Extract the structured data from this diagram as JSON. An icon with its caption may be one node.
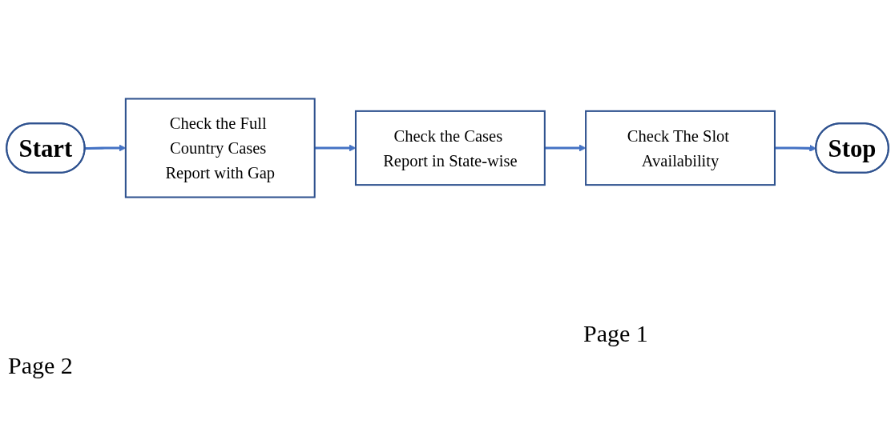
{
  "diagram": {
    "nodes": [
      {
        "text": [
          "Start"
        ]
      },
      {
        "text": [
          "Check the Full Country Cases Report with Gap"
        ]
      },
      {
        "text": [
          "Check the Cases Report in State-wise"
        ]
      },
      {
        "text": [
          "Check The Slot Availability"
        ]
      },
      {
        "text": [
          "Stop"
        ]
      }
    ],
    "edges": [
      {
        "from": 0,
        "to": 1,
        "arrow": "to"
      },
      {
        "from": 1,
        "to": 2,
        "arrow": "to"
      },
      {
        "from": 2,
        "to": 3,
        "arrow": "to"
      },
      {
        "from": 3,
        "to": 4,
        "arrow": "to"
      }
    ],
    "labels": [
      "Page 1",
      "Page 2"
    ]
  }
}
